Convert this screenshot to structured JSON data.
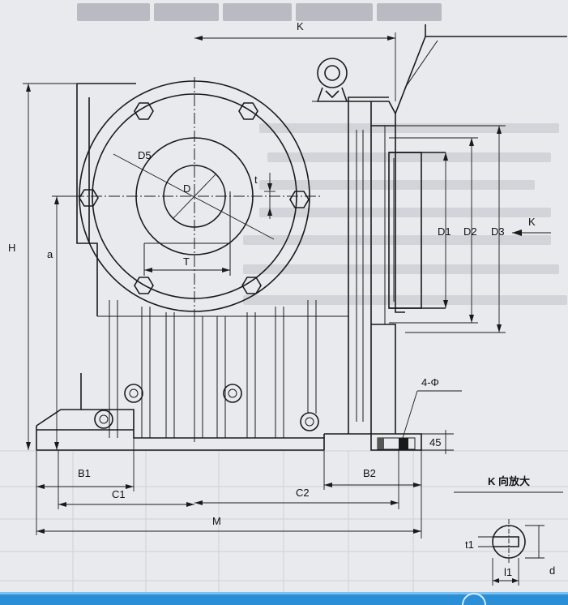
{
  "labels": {
    "K_top": "K",
    "K_side": "K",
    "H": "H",
    "a": "a",
    "D": "D",
    "D5": "D5",
    "t": "t",
    "T": "T",
    "D1": "D1",
    "D2": "D2",
    "D3": "D3",
    "holes": "4-Φ",
    "h45": "45",
    "B1": "B1",
    "B2": "B2",
    "C1": "C1",
    "C2": "C2",
    "M": "M",
    "view": "K 向放大",
    "t1": "t1",
    "l1": "l1",
    "d": "d"
  },
  "colors": {
    "line": "#1a1a1a",
    "paper": "#e9eaee",
    "bottom_bar": "#2a8fd6"
  }
}
